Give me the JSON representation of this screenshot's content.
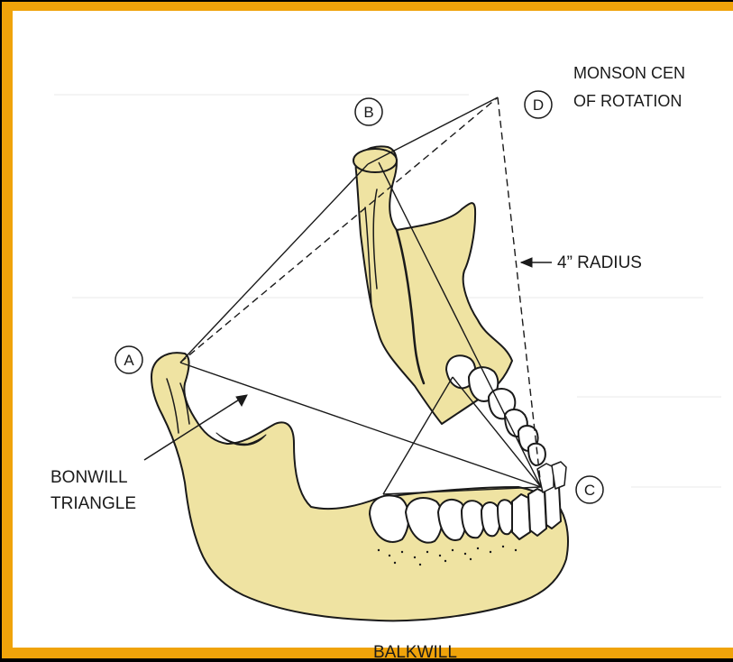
{
  "labels": {
    "a": "A",
    "b": "B",
    "c": "C",
    "d": "D",
    "monson_line1": "MONSON CEN",
    "monson_line2": "OF ROTATION",
    "radius": "4” RADIUS",
    "bonwill_line1": "BONWILL",
    "bonwill_line2": "TRIANGLE",
    "balkwill": "BALKWILL"
  },
  "colors": {
    "frame": "#f0a30a",
    "paper": "#ffffff",
    "bone": "#efe3a2",
    "ink": "#1a1a1a"
  }
}
